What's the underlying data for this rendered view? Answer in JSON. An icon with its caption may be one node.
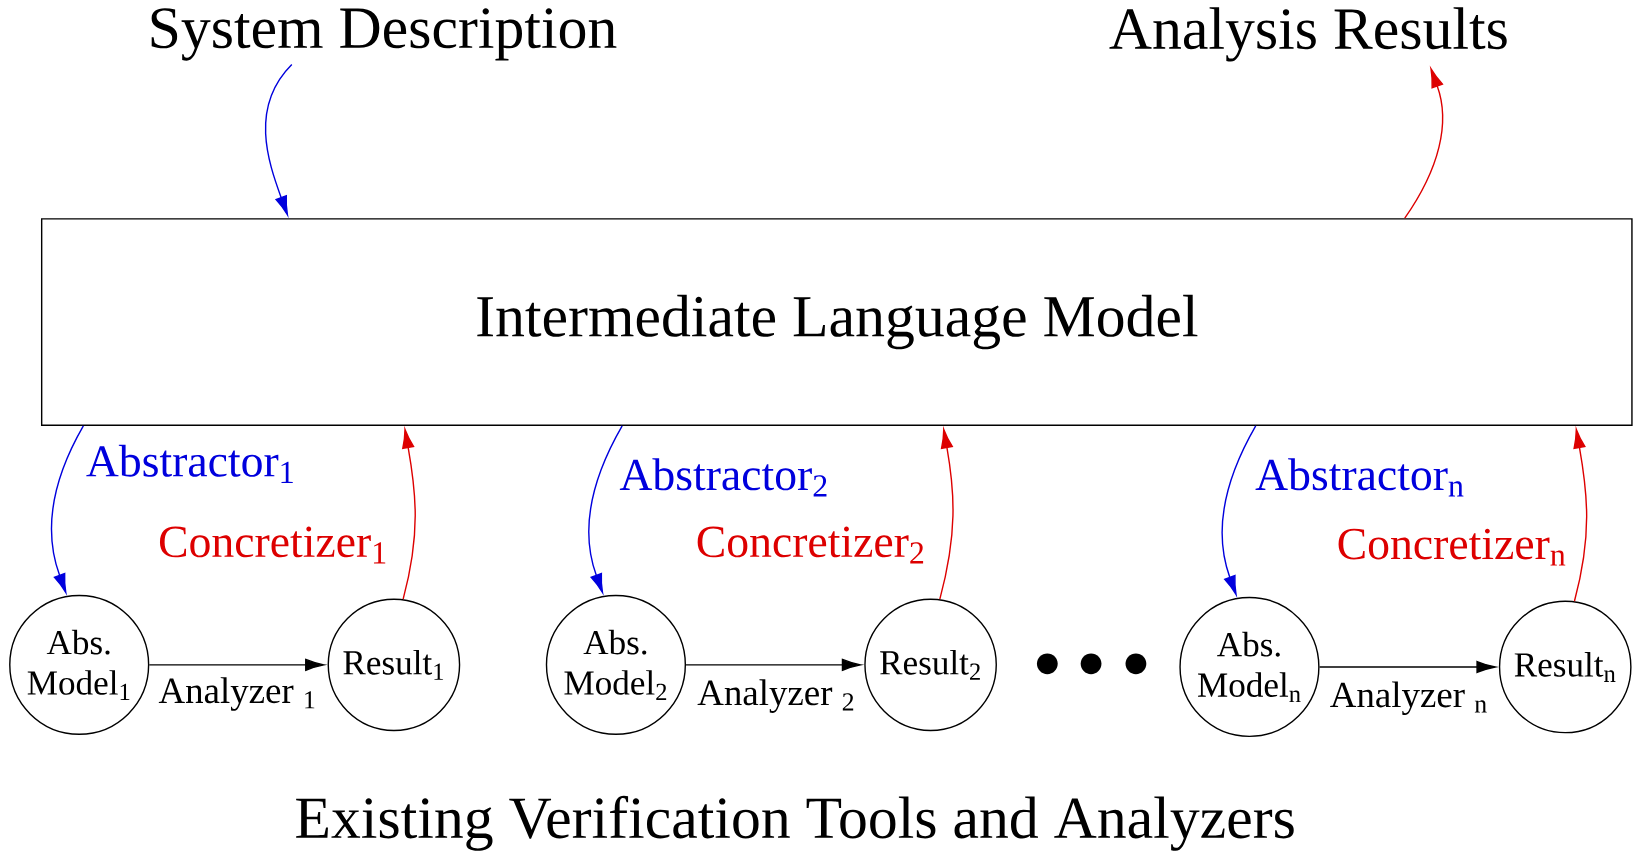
{
  "diagram": {
    "nodes": [
      {
        "text": [
          "System Description"
        ]
      },
      {
        "text": [
          "Analysis Results"
        ]
      },
      {
        "text": [
          "Intermediate Language Model"
        ]
      },
      {
        "text": [
          "Abs. Model$_{1}$"
        ]
      },
      {
        "text": [
          "Result$_{1}$"
        ]
      },
      {
        "text": [
          "Abs. Model$_{2}$"
        ]
      },
      {
        "text": [
          "Result$_{2}$"
        ]
      },
      {
        "text": [
          "Abs. Model$_{n}$"
        ]
      },
      {
        "text": [
          "Result$_{n}$"
        ]
      }
    ],
    "edges": [
      {
        "from": 0,
        "to": 2,
        "arrow": "to",
        "color": "#0000dd"
      },
      {
        "from": 2,
        "to": 1,
        "arrow": "to",
        "color": "#dd0000"
      },
      {
        "from": 2,
        "to": 3,
        "arrow": "to",
        "color": "#0000dd",
        "label": "Abstractor$_{1}$"
      },
      {
        "from": 4,
        "to": 2,
        "arrow": "to",
        "color": "#dd0000",
        "label": "Concretizer$_{1}$"
      },
      {
        "from": 3,
        "to": 4,
        "arrow": "to",
        "color": "#000000",
        "label": "Analyzer $_{1}$"
      },
      {
        "from": 2,
        "to": 5,
        "arrow": "to",
        "color": "#0000dd",
        "label": "Abstractor$_{2}$"
      },
      {
        "from": 6,
        "to": 2,
        "arrow": "to",
        "color": "#dd0000",
        "label": "Concretizer$_{2}$"
      },
      {
        "from": 5,
        "to": 6,
        "arrow": "to",
        "color": "#000000",
        "label": "Analyzer $_{2}$"
      },
      {
        "from": 2,
        "to": 7,
        "arrow": "to",
        "color": "#0000dd",
        "label": "Abstractor$_{n}$"
      },
      {
        "from": 8,
        "to": 2,
        "arrow": "to",
        "color": "#dd0000",
        "label": "Concretizer$_{n}$"
      },
      {
        "from": 7,
        "to": 8,
        "arrow": "to",
        "color": "#000000",
        "label": "Analyzer $_{n}$"
      }
    ],
    "labels": [
      "Existing Verification Tools and Analyzers"
    ]
  }
}
